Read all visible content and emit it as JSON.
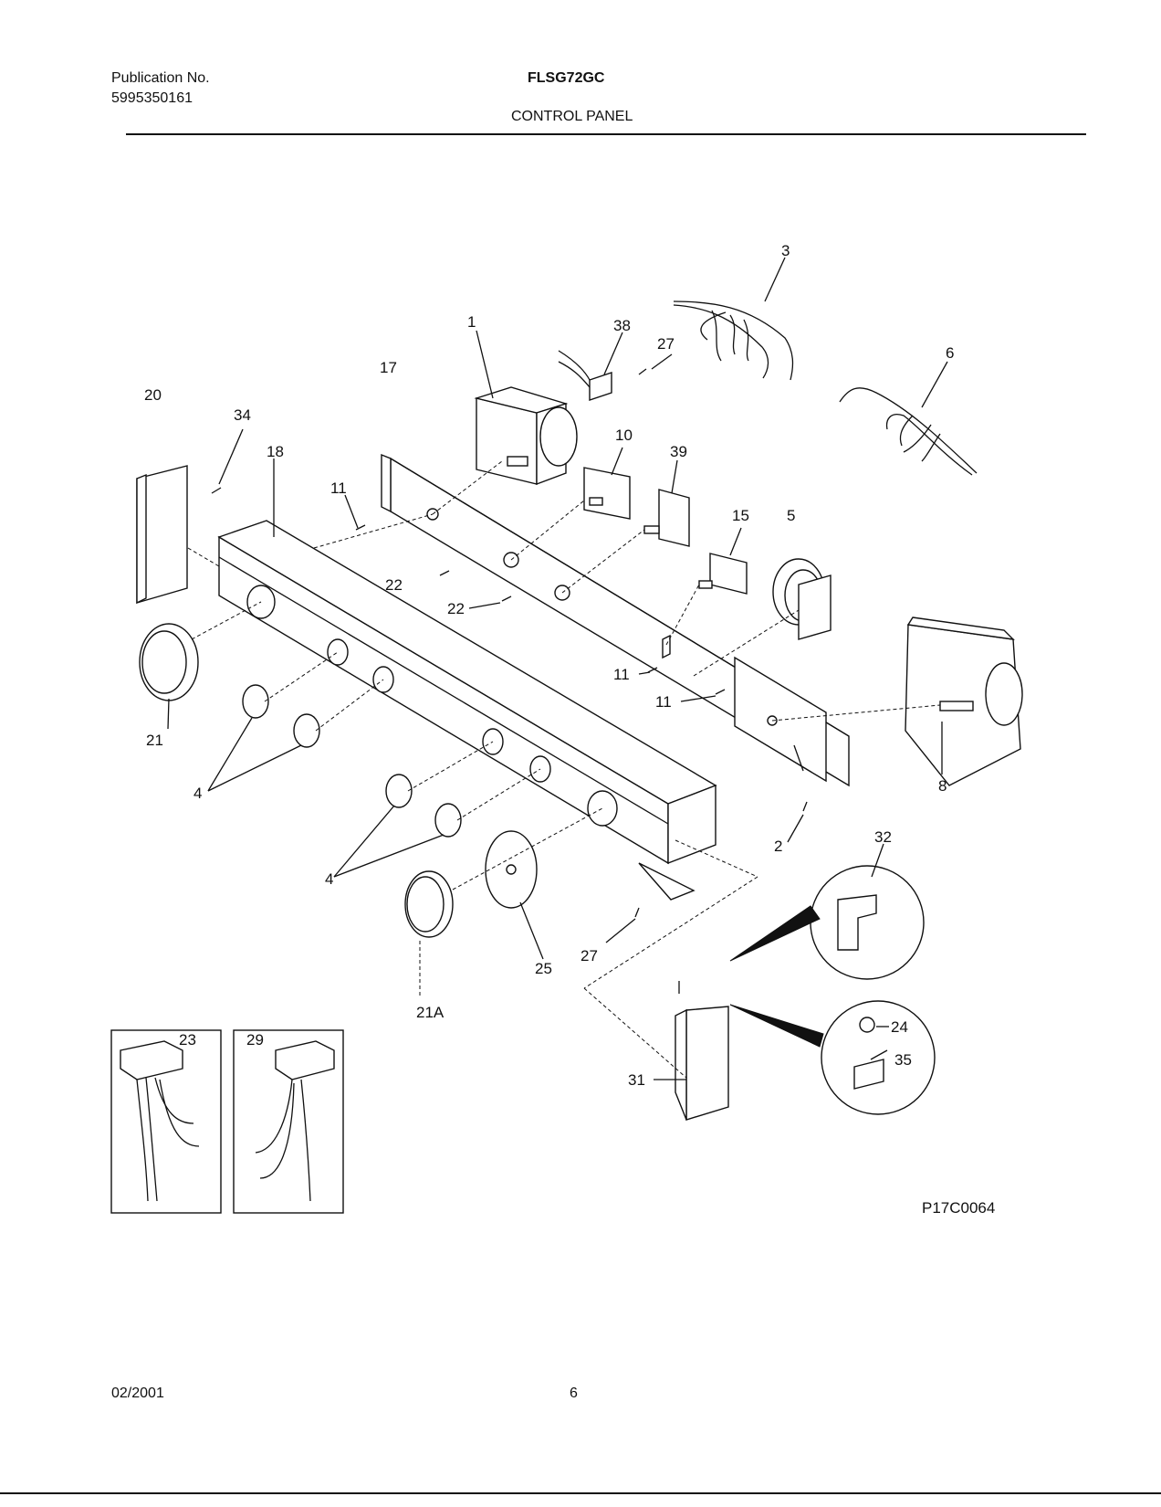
{
  "header": {
    "publication_label": "Publication No.",
    "publication_number": "5995350161",
    "model": "FLSG72GC",
    "section": "CONTROL PANEL"
  },
  "diagram": {
    "callouts": {
      "c1": "1",
      "c2": "2",
      "c3": "3",
      "c4a": "4",
      "c4b": "4",
      "c5": "5",
      "c6": "6",
      "c8": "8",
      "c10": "10",
      "c11a": "11",
      "c11b": "11",
      "c11c": "11",
      "c15": "15",
      "c17": "17",
      "c18": "18",
      "c20": "20",
      "c21": "21",
      "c21a": "21A",
      "c22a": "22",
      "c22b": "22",
      "c23": "23",
      "c24": "24",
      "c25": "25",
      "c27a": "27",
      "c27b": "27",
      "c29": "29",
      "c31": "31",
      "c32": "32",
      "c34": "34",
      "c35": "35",
      "c38": "38",
      "c39": "39"
    },
    "drawing_id": "P17C0064"
  },
  "footer": {
    "date": "02/2001",
    "page": "6"
  }
}
